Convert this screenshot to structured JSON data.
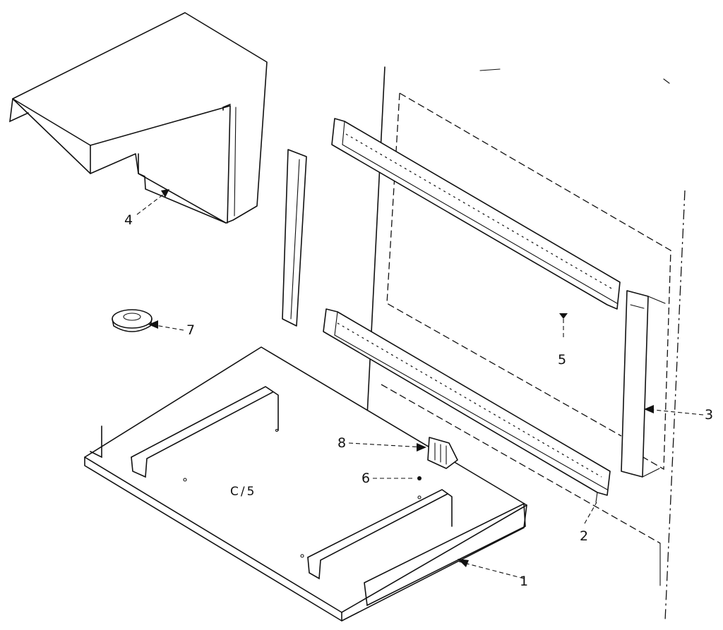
{
  "diagram": {
    "callouts": {
      "c1": "1",
      "c2": "2",
      "c3": "3",
      "c4": "4",
      "c5": "5",
      "c6": "6",
      "c7": "7",
      "c8": "8"
    },
    "base_label": "C/5"
  }
}
